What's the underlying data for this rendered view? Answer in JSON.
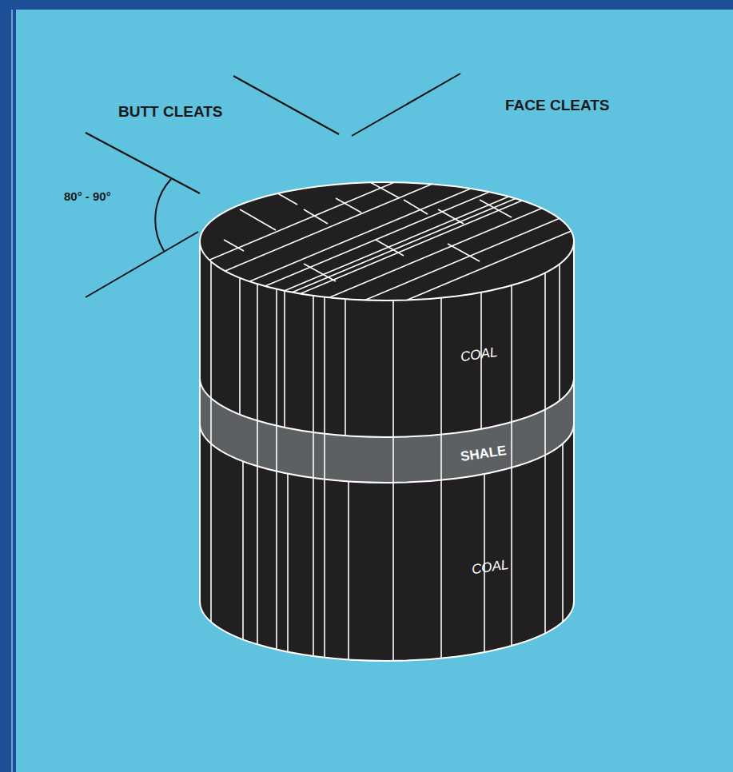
{
  "diagram": {
    "nodes": [
      {
        "text": [
          "COAL"
        ]
      },
      {
        "text": [
          "SHALE"
        ]
      },
      {
        "text": [
          "COAL"
        ]
      }
    ],
    "labels": [
      "BUTT CLEATS",
      "FACE CLEATS",
      "80° - 90°"
    ]
  }
}
